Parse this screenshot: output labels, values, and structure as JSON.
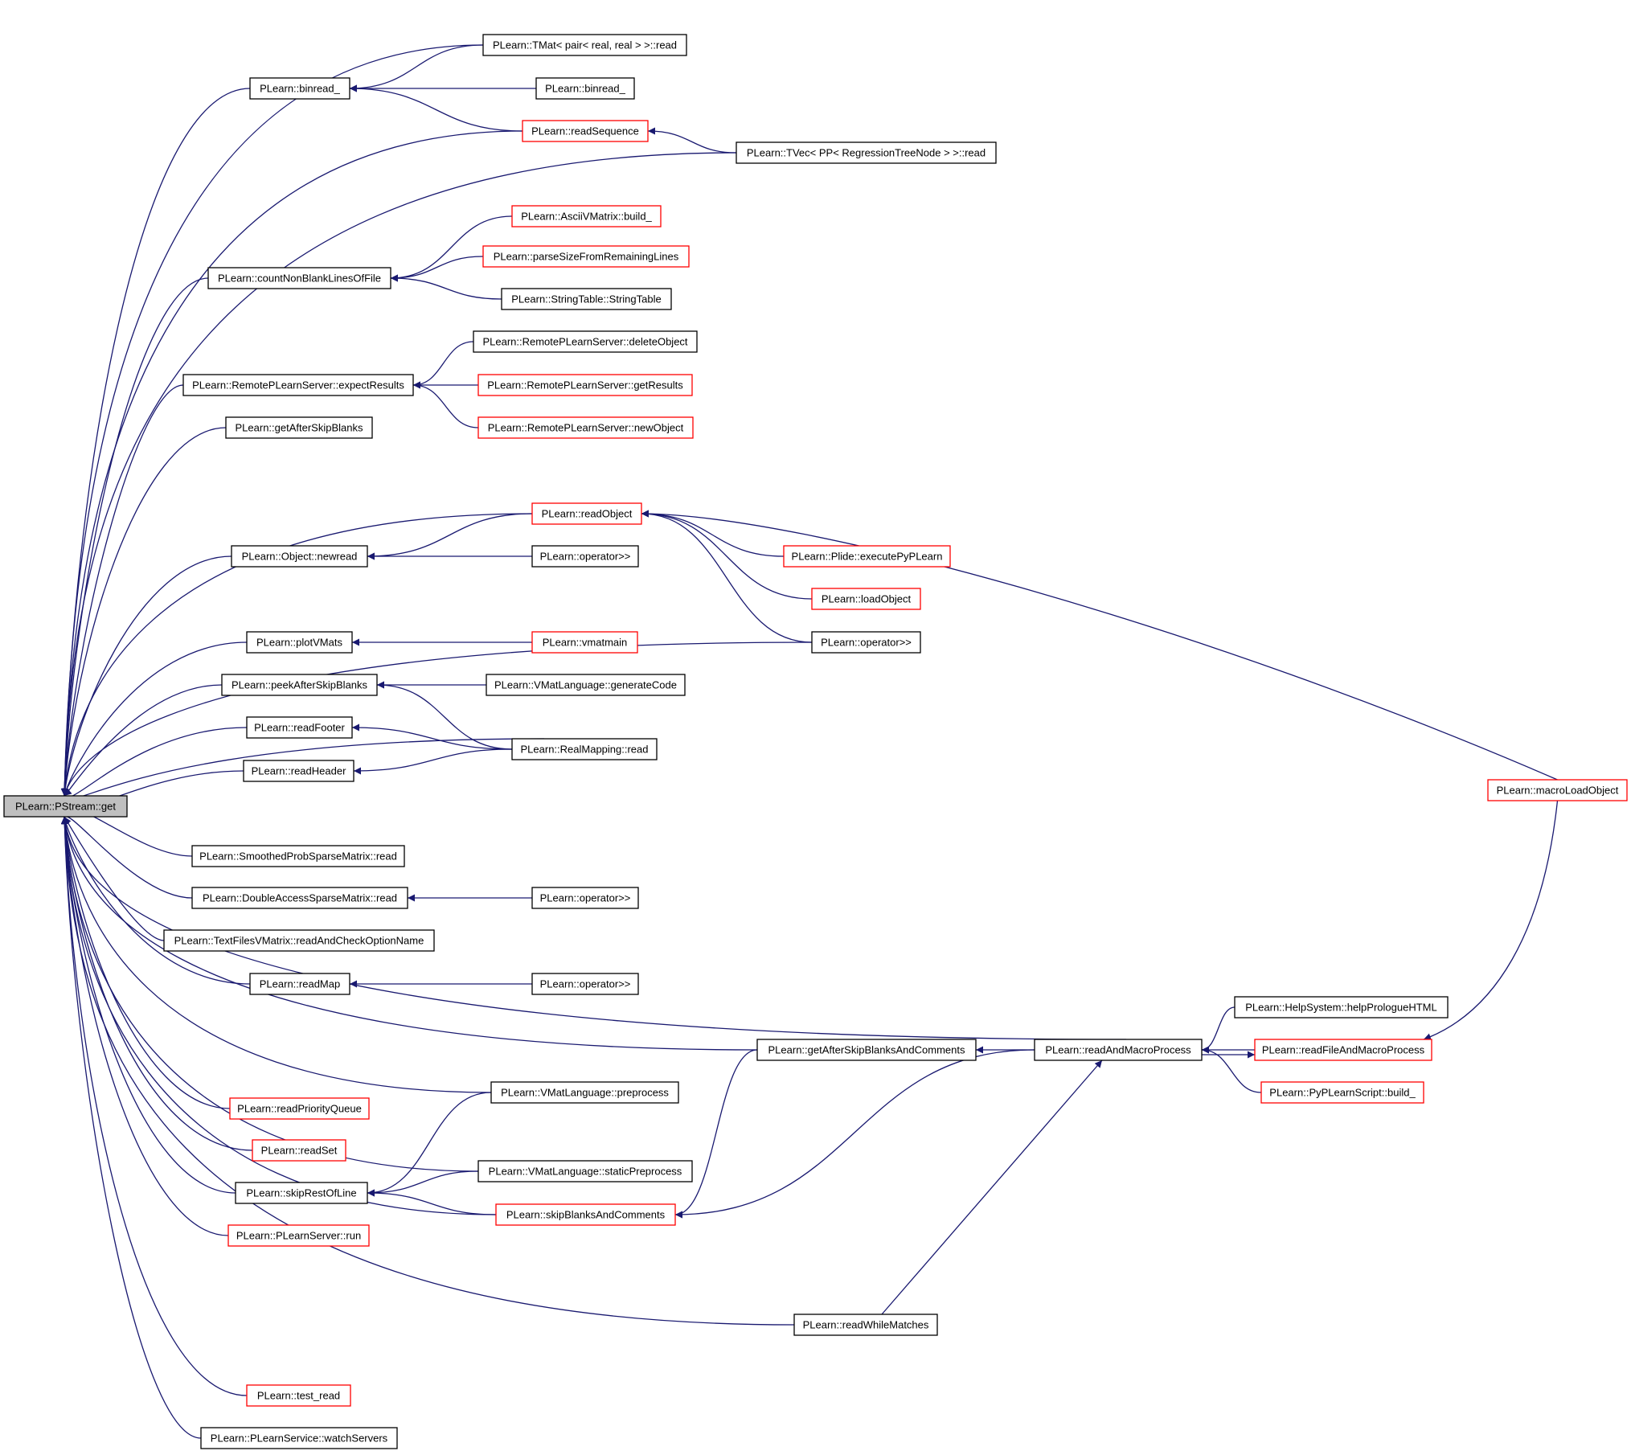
{
  "colors": {
    "edge": "#191970",
    "node_border": "#000000",
    "node_border_truncated": "#ff0000",
    "node_fill": "#ffffff",
    "root_fill": "#bfbfbf"
  },
  "root": {
    "label": "PLearn::PStream::get"
  },
  "nodes": [
    {
      "id": "tmat_read",
      "label": "PLearn::TMat< pair< real, real > >::read",
      "truncated": false
    },
    {
      "id": "binread",
      "label": "PLearn::binread_",
      "truncated": false
    },
    {
      "id": "binread2",
      "label": "PLearn::binread_",
      "truncated": false
    },
    {
      "id": "readSequence",
      "label": "PLearn::readSequence",
      "truncated": true
    },
    {
      "id": "tvec_read",
      "label": "PLearn::TVec< PP< RegressionTreeNode > >::read",
      "truncated": false
    },
    {
      "id": "ascii_build",
      "label": "PLearn::AsciiVMatrix::build_",
      "truncated": true
    },
    {
      "id": "parseSize",
      "label": "PLearn::parseSizeFromRemainingLines",
      "truncated": true
    },
    {
      "id": "countNonBlank",
      "label": "PLearn::countNonBlankLinesOfFile",
      "truncated": false
    },
    {
      "id": "stringTable",
      "label": "PLearn::StringTable::StringTable",
      "truncated": false
    },
    {
      "id": "rps_delete",
      "label": "PLearn::RemotePLearnServer::deleteObject",
      "truncated": false
    },
    {
      "id": "rps_expect",
      "label": "PLearn::RemotePLearnServer::expectResults",
      "truncated": false
    },
    {
      "id": "rps_getResults",
      "label": "PLearn::RemotePLearnServer::getResults",
      "truncated": true
    },
    {
      "id": "getAfterSkipBlanks",
      "label": "PLearn::getAfterSkipBlanks",
      "truncated": false
    },
    {
      "id": "rps_newObject",
      "label": "PLearn::RemotePLearnServer::newObject",
      "truncated": true
    },
    {
      "id": "readObject",
      "label": "PLearn::readObject",
      "truncated": true
    },
    {
      "id": "obj_newread",
      "label": "PLearn::Object::newread",
      "truncated": false
    },
    {
      "id": "plide_exec",
      "label": "PLearn::Plide::executePyPLearn",
      "truncated": true
    },
    {
      "id": "op1",
      "label": "PLearn::operator>>",
      "truncated": false
    },
    {
      "id": "loadObject",
      "label": "PLearn::loadObject",
      "truncated": true
    },
    {
      "id": "plotVMats",
      "label": "PLearn::plotVMats",
      "truncated": false
    },
    {
      "id": "vmatmain",
      "label": "PLearn::vmatmain",
      "truncated": true
    },
    {
      "id": "op2",
      "label": "PLearn::operator>>",
      "truncated": false
    },
    {
      "id": "peekAfterSkipBlanks",
      "label": "PLearn::peekAfterSkipBlanks",
      "truncated": false
    },
    {
      "id": "vml_generateCode",
      "label": "PLearn::VMatLanguage::generateCode",
      "truncated": false
    },
    {
      "id": "readFooter",
      "label": "PLearn::readFooter",
      "truncated": false
    },
    {
      "id": "realMapping_read",
      "label": "PLearn::RealMapping::read",
      "truncated": false
    },
    {
      "id": "readHeader",
      "label": "PLearn::readHeader",
      "truncated": false
    },
    {
      "id": "macroLoadObject",
      "label": "PLearn::macroLoadObject",
      "truncated": true
    },
    {
      "id": "smoothed_read",
      "label": "PLearn::SmoothedProbSparseMatrix::read",
      "truncated": false
    },
    {
      "id": "dasm_read",
      "label": "PLearn::DoubleAccessSparseMatrix::read",
      "truncated": false
    },
    {
      "id": "op3",
      "label": "PLearn::operator>>",
      "truncated": false
    },
    {
      "id": "textFiles",
      "label": "PLearn::TextFilesVMatrix::readAndCheckOptionName",
      "truncated": false
    },
    {
      "id": "readMap",
      "label": "PLearn::readMap",
      "truncated": false
    },
    {
      "id": "op4",
      "label": "PLearn::operator>>",
      "truncated": false
    },
    {
      "id": "helpPrologue",
      "label": "PLearn::HelpSystem::helpPrologueHTML",
      "truncated": false
    },
    {
      "id": "getAfterSkipBlanksAndComments",
      "label": "PLearn::getAfterSkipBlanksAndComments",
      "truncated": false
    },
    {
      "id": "readAndMacroProcess",
      "label": "PLearn::readAndMacroProcess",
      "truncated": false
    },
    {
      "id": "readFileAndMacroProcess",
      "label": "PLearn::readFileAndMacroProcess",
      "truncated": true
    },
    {
      "id": "vml_preprocess",
      "label": "PLearn::VMatLanguage::preprocess",
      "truncated": false
    },
    {
      "id": "pyplearn_build",
      "label": "PLearn::PyPLearnScript::build_",
      "truncated": true
    },
    {
      "id": "readPriorityQueue",
      "label": "PLearn::readPriorityQueue",
      "truncated": true
    },
    {
      "id": "readSet",
      "label": "PLearn::readSet",
      "truncated": true
    },
    {
      "id": "vml_staticPreprocess",
      "label": "PLearn::VMatLanguage::staticPreprocess",
      "truncated": false
    },
    {
      "id": "skipRestOfLine",
      "label": "PLearn::skipRestOfLine",
      "truncated": false
    },
    {
      "id": "skipBlanksAndComments",
      "label": "PLearn::skipBlanksAndComments",
      "truncated": true
    },
    {
      "id": "plearnServer_run",
      "label": "PLearn::PLearnServer::run",
      "truncated": true
    },
    {
      "id": "readWhileMatches",
      "label": "PLearn::readWhileMatches",
      "truncated": false
    },
    {
      "id": "test_read",
      "label": "PLearn::test_read",
      "truncated": true
    },
    {
      "id": "watchServers",
      "label": "PLearn::PLearnService::watchServers",
      "truncated": false
    }
  ]
}
